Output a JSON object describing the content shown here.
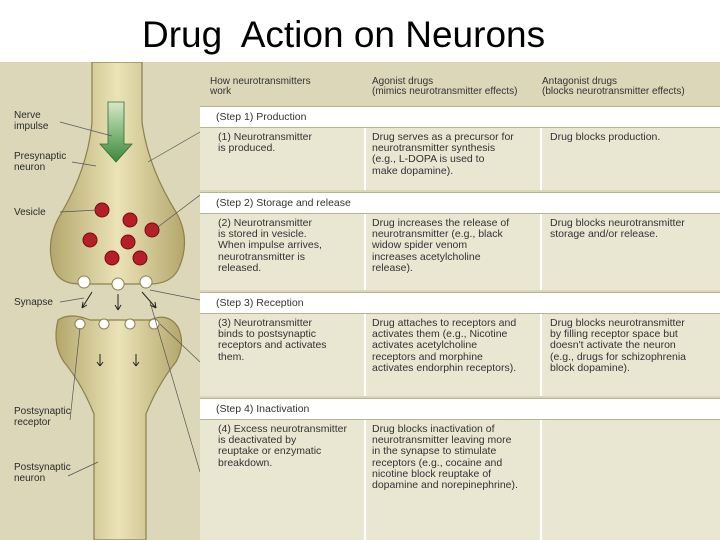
{
  "slide": {
    "title": "Drug  Action on Neurons"
  },
  "labels": {
    "nerve_impulse": "Nerve\nimpulse",
    "presynaptic_neuron": "Presynaptic\nneuron",
    "vesicle": "Vesicle",
    "synapse": "Synapse",
    "postsynaptic_receptor": "Postsynaptic\nreceptor",
    "postsynaptic_neuron": "Postsynaptic\nneuron"
  },
  "table": {
    "headers": [
      "How neurotransmitters\nwork",
      "Agonist drugs\n(mimics neurotransmitter effects)",
      "Antagonist drugs\n(blocks neurotransmitter effects)"
    ],
    "steps": [
      {
        "title": "(Step 1) Production",
        "how": "(1) Neurotransmitter\n     is produced.",
        "agonist": "Drug serves as a precursor for\nneurotransmitter synthesis\n(e.g., L-DOPA is used to\nmake dopamine).",
        "antagonist": "Drug blocks production."
      },
      {
        "title": "(Step 2) Storage and release",
        "how": "(2) Neurotransmitter\n     is stored in vesicle.\n     When impulse arrives,\n     neurotransmitter is\n     released.",
        "agonist": "Drug increases the release of\nneurotransmitter (e.g., black\nwidow spider venom\nincreases acetylcholine\nrelease).",
        "antagonist": "Drug blocks neurotransmitter\nstorage and/or release."
      },
      {
        "title": "(Step 3) Reception",
        "how": "(3) Neurotransmitter\n     binds to postsynaptic\n     receptors and activates\n     them.",
        "agonist": "Drug attaches to receptors and\nactivates them (e.g., Nicotine\nactivates acetylcholine\nreceptors and morphine\nactivates endorphin receptors).",
        "antagonist": "Drug blocks neurotransmitter\nby filling receptor space but\ndoesn't activate the neuron\n(e.g., drugs for schizophrenia\nblock dopamine)."
      },
      {
        "title": "(Step 4) Inactivation",
        "how": "(4) Excess neurotransmitter\n     is deactivated by\n     reuptake or enzymatic\n     breakdown.",
        "agonist": "Drug blocks inactivation of\nneurotransmitter leaving more\nin the synapse to stimulate\nreceptors (e.g., cocaine and\nnicotine block reuptake of\ndopamine and norepinephrine).",
        "antagonist": ""
      }
    ]
  },
  "colors": {
    "background": "#dcd7b8",
    "neuron": "#c8bd83",
    "arrow": "#3a8a3a",
    "vesicle": "#b81e28",
    "row": "#e9e6d2"
  }
}
